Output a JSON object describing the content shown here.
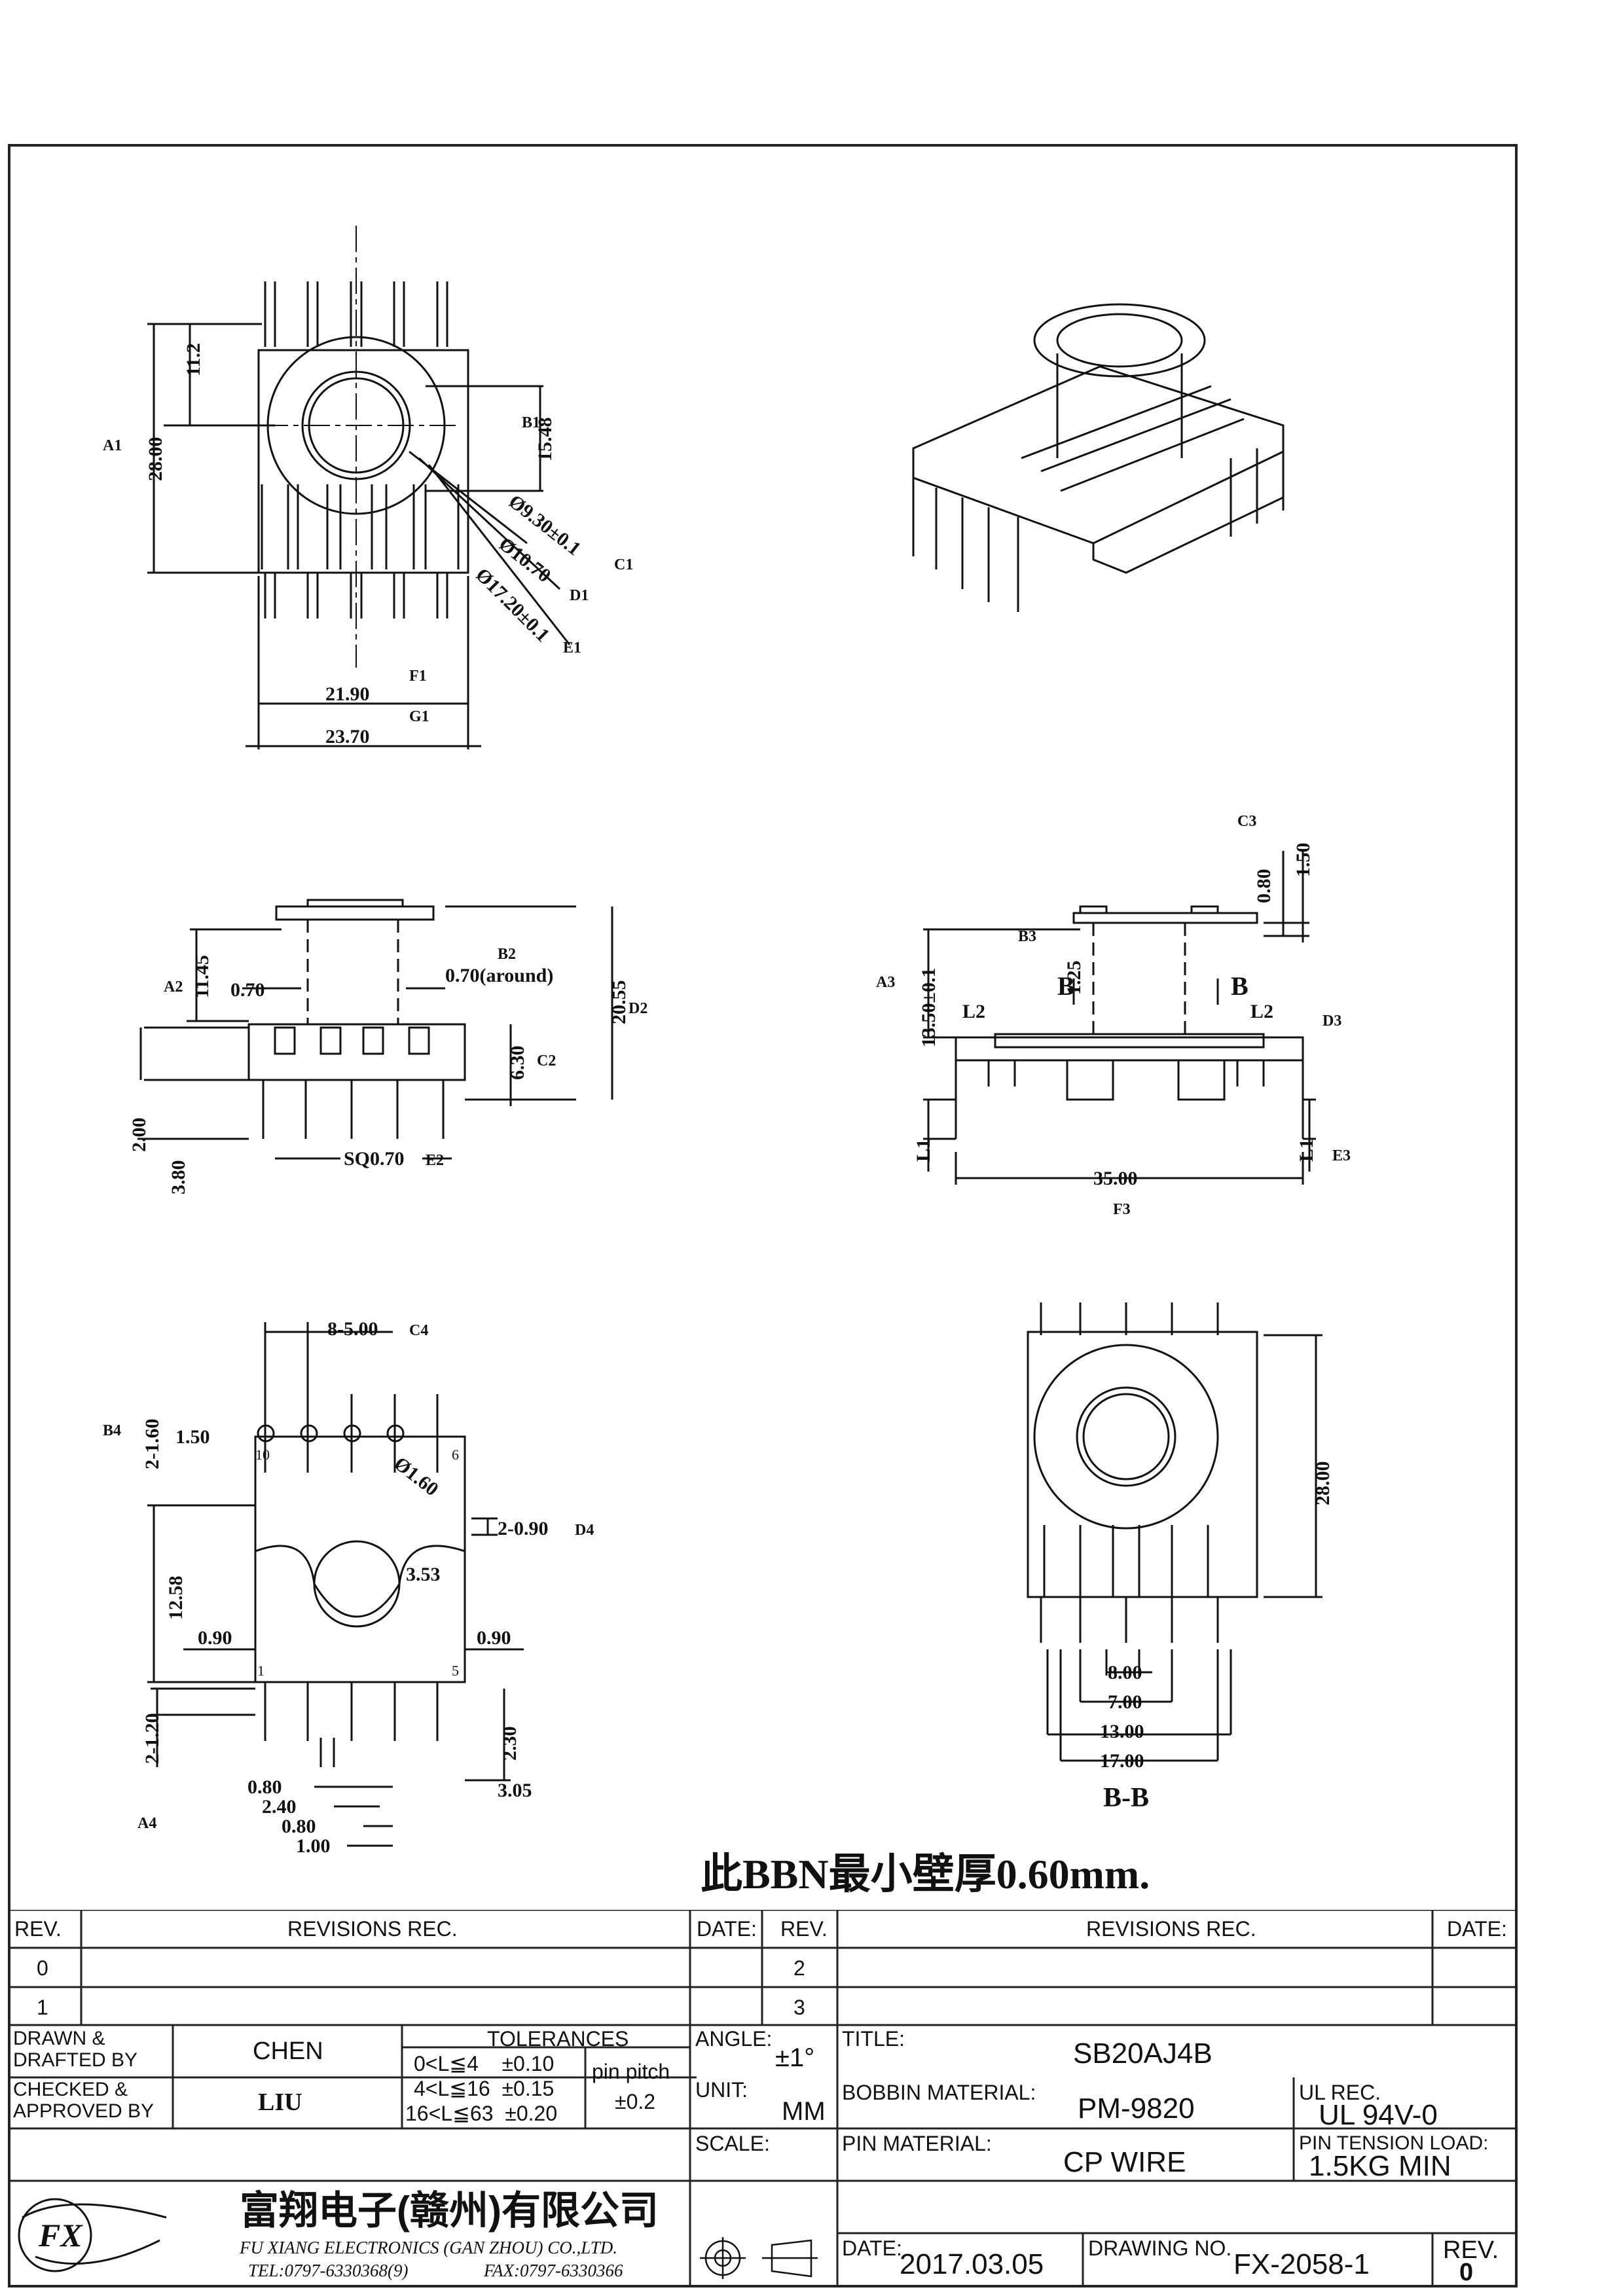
{
  "drawing": {
    "top_view": {
      "dims": [
        "11.2",
        "28.00",
        "15.48",
        "Ø9.30±0.1",
        "Ø10.70",
        "Ø17.20±0.1",
        "21.90",
        "23.70"
      ],
      "tags": [
        "A1",
        "B1",
        "C1",
        "D1",
        "E1",
        "F1",
        "G1"
      ]
    },
    "front_view": {
      "dims": [
        "11.45",
        "0.70",
        "0.70(around)",
        "20.55",
        "6.30",
        "2.00",
        "3.80",
        "SQ0.70"
      ],
      "tags": [
        "A2",
        "B2",
        "C2",
        "D2",
        "E2"
      ]
    },
    "side_view": {
      "dims": [
        "0.80",
        "1.50",
        "13.50±0.1",
        "1.25",
        "L2",
        "L2",
        "L1",
        "L1",
        "35.00"
      ],
      "section_marks": [
        "B",
        "B"
      ],
      "tags": [
        "A3",
        "B3",
        "C3",
        "D3",
        "E3",
        "F3"
      ]
    },
    "bottom_view": {
      "dims": [
        "8-5.00",
        "2-1.60",
        "1.50",
        "Ø1.60",
        "2-0.90",
        "12.58",
        "3.53",
        "0.90",
        "0.90",
        "2-1.20",
        "0.80",
        "2.40",
        "0.80",
        "1.00",
        "2.30",
        "3.05"
      ],
      "pin_numbers": [
        "10",
        "6",
        "1",
        "5"
      ],
      "tags": [
        "A4",
        "B4",
        "C4",
        "D4"
      ]
    },
    "section_view": {
      "dims": [
        "28.00",
        "8.00",
        "7.00",
        "13.00",
        "17.00"
      ],
      "label": "B-B"
    },
    "note": "此BBN最小壁厚0.60mm."
  },
  "title_block": {
    "rev_header": {
      "rev": "REV.",
      "revisions": "REVISIONS  REC.",
      "date": "DATE:"
    },
    "rev_rows_left": [
      "0",
      "1"
    ],
    "rev_rows_right": [
      "2",
      "3"
    ],
    "drawn_label": "DRAWN &\nDRAFTED BY",
    "drawn_by": "CHEN",
    "checked_label": "CHECKED &\nAPPROVED BY",
    "checked_by": "LIU",
    "tolerances": {
      "title": "TOLERANCES",
      "rows": [
        "0<L≦4    ±0.10",
        "4<L≦16  ±0.15",
        "16<L≦63  ±0.20"
      ],
      "pin_pitch_label": "pin pitch",
      "pin_pitch_value": "±0.2"
    },
    "angle_label": "ANGLE:",
    "angle_value": "±1°",
    "unit_label": "UNIT:",
    "unit_value": "MM",
    "scale_label": "SCALE:",
    "title_label": "TITLE:",
    "title_value": "SB20AJ4B",
    "bobbin_label": "BOBBIN MATERIAL:",
    "bobbin_value": "PM-9820",
    "ul_label": "UL REC.",
    "ul_value": "UL 94V-0",
    "pin_material_label": "PIN MATERIAL:",
    "pin_material_value": "CP WIRE",
    "pin_tension_label": "PIN TENSION LOAD:",
    "pin_tension_value": "1.5KG MIN",
    "date_label": "DATE:",
    "date_value": "2017.03.05",
    "drawing_no_label": "DRAWING NO.",
    "drawing_no_value": "FX-2058-1",
    "rev_label": "REV.",
    "rev_value": "0",
    "company_cn": "富翔电子(赣州)有限公司",
    "company_en": "FU XIANG ELECTRONICS (GAN ZHOU) CO.,LTD.",
    "company_tel": "TEL:0797-6330368(9)",
    "company_fax": "FAX:0797-6330366",
    "logo_text": "FX"
  }
}
